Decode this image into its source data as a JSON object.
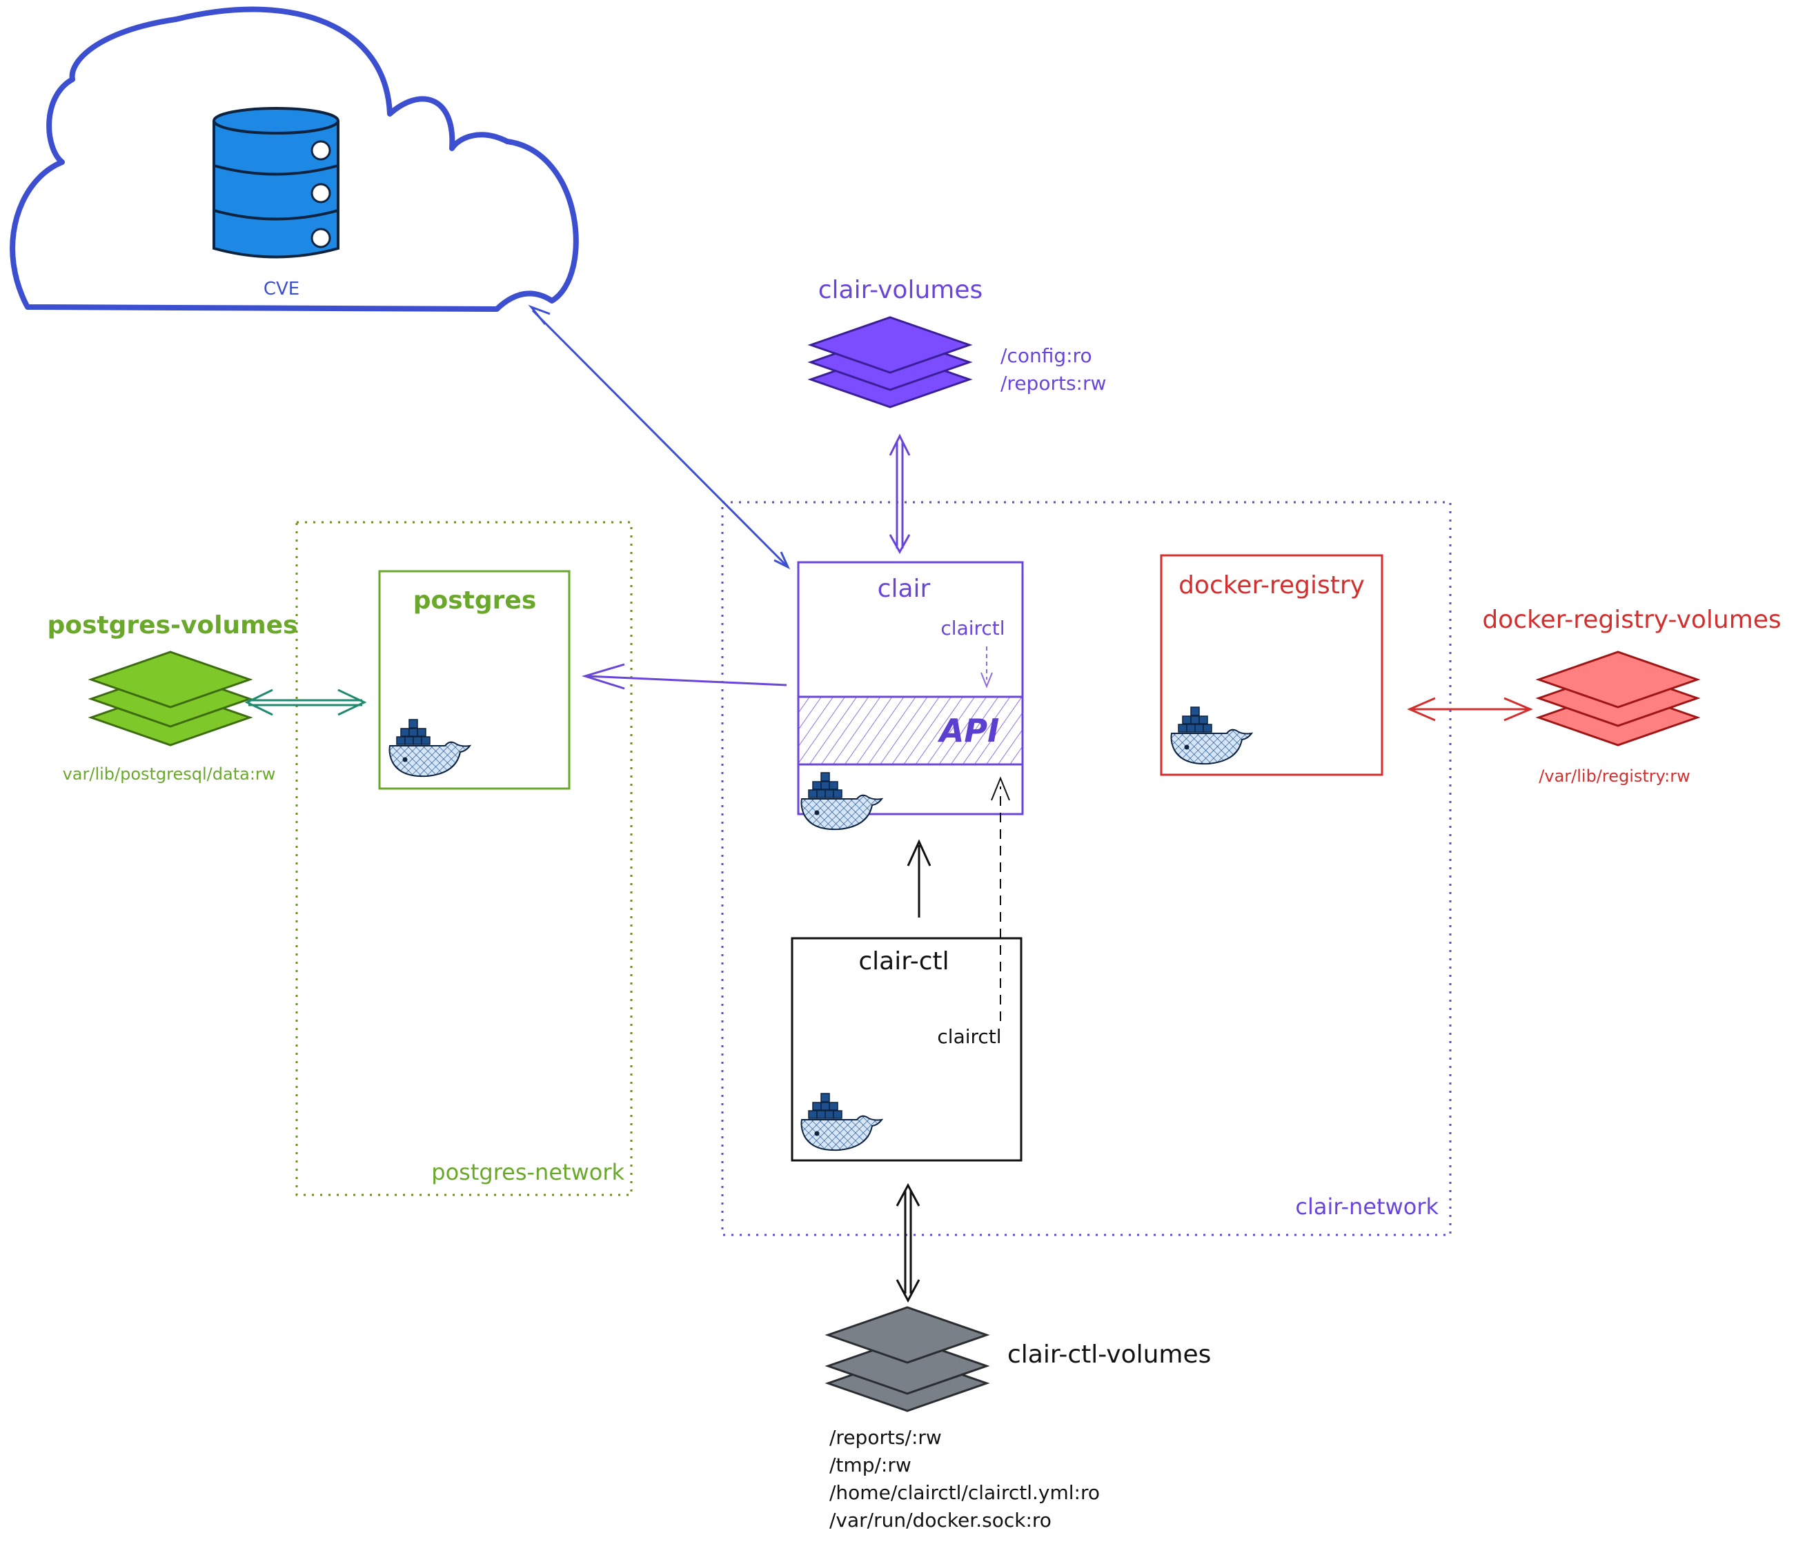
{
  "colors": {
    "cloud": "#3b4fd0",
    "cve_db": "#1e88e5",
    "clair": "#6a45d9",
    "clair_volume": "#7c4dff",
    "postgres": "#6aa82b",
    "postgres_volume": "#7ec82a",
    "registry": "#d32f2f",
    "registry_volume": "#ff8080",
    "clairctl": "#111111",
    "clairctl_volume": "#7a8087",
    "docker_whale": "#1c4f8c"
  },
  "icons": [
    "cloud-icon",
    "database-icon",
    "volume-stack-icon",
    "docker-whale-icon"
  ],
  "cloud": {
    "db_label": "CVE"
  },
  "clair_volumes": {
    "title": "clair-volumes",
    "mounts": [
      "/config:ro",
      "/reports:rw"
    ]
  },
  "postgres_volumes": {
    "title": "postgres-volumes",
    "mount": "var/lib/postgresql/data:rw"
  },
  "registry_volumes": {
    "title": "docker-registry-volumes",
    "mount": "/var/lib/registry:rw"
  },
  "clairctl_volumes": {
    "title": "clair-ctl-volumes",
    "mounts": [
      "/reports/:rw",
      "/tmp/:rw",
      "/home/clairctl/clairctl.yml:ro",
      "/var/run/docker.sock:ro"
    ]
  },
  "networks": {
    "postgres": "postgres-network",
    "clair": "clair-network"
  },
  "containers": {
    "postgres": {
      "title": "postgres"
    },
    "clair": {
      "title": "clair",
      "binary": "clairctl",
      "api": "API"
    },
    "registry": {
      "title": "docker-registry"
    },
    "clairctl": {
      "title": "clair-ctl",
      "binary": "clairctl"
    }
  }
}
